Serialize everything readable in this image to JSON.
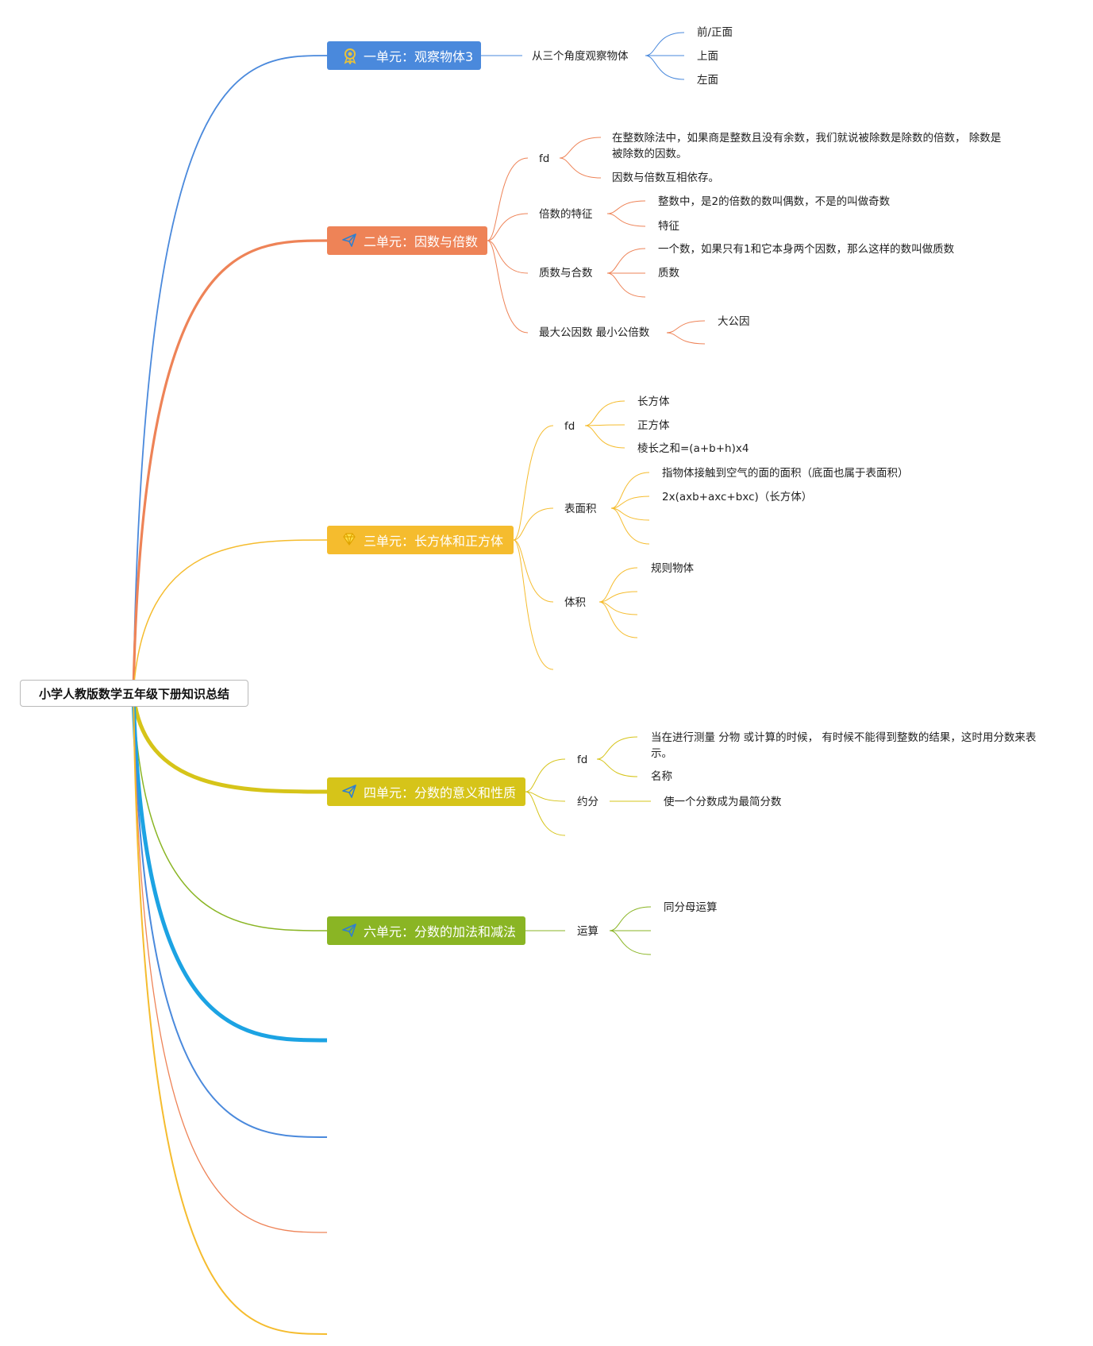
{
  "root": {
    "title": "小学人教版数学五年级下册知识总结"
  },
  "branches": [
    {
      "title": "一单元：观察物体3",
      "color": "#4a89dc",
      "icon": "medal-icon",
      "children": [
        {
          "label": "从三个角度观察物体",
          "children": [
            "前/正面",
            "上面",
            "左面"
          ]
        }
      ]
    },
    {
      "title": "二单元：因数与倍数",
      "color": "#ee8357",
      "icon": "paper-plane-icon",
      "children": [
        {
          "label": "fd",
          "children": [
            "在整数除法中，如果商是整数且没有余数，我们就说被除数是除数的倍数， 除数是被除数的因数。",
            "因数与倍数互相依存。"
          ]
        },
        {
          "label": "倍数的特征",
          "children": [
            "整数中，是2的倍数的数叫偶数，不是的叫做奇数",
            "特征"
          ]
        },
        {
          "label": "质数与合数",
          "children": [
            "一个数，如果只有1和它本身两个因数，那么这样的数叫做质数",
            "质数"
          ]
        },
        {
          "label": "最大公因数 最小公倍数",
          "children": [
            "大公因"
          ]
        }
      ]
    },
    {
      "title": "三单元：长方体和正方体",
      "color": "#f5bc2e",
      "icon": "diamond-icon",
      "children": [
        {
          "label": "fd",
          "children": [
            "长方体",
            "正方体",
            "棱长之和=(a+b+h)x4"
          ]
        },
        {
          "label": "表面积",
          "children": [
            "指物体接触到空气的面的面积（底面也属于表面积）",
            "2x(axb+axc+bxc)（长方体）"
          ]
        },
        {
          "label": "体积",
          "children": [
            "规则物体"
          ]
        }
      ]
    },
    {
      "title": "四单元：分数的意义和性质",
      "color": "#d6c419",
      "icon": "paper-plane-icon",
      "children": [
        {
          "label": "fd",
          "children": [
            "当在进行测量 分物 或计算的时候， 有时候不能得到整数的结果，这时用分数来表示。",
            "名称"
          ]
        },
        {
          "label": "约分",
          "children": [
            "使一个分数成为最简分数"
          ]
        }
      ]
    },
    {
      "title": "六单元：分数的加法和减法",
      "color": "#8ab524",
      "icon": "paper-plane-icon",
      "children": [
        {
          "label": "运算",
          "children": [
            "同分母运算"
          ]
        }
      ]
    }
  ],
  "colors": {
    "blue": "#4a89dc",
    "orange": "#ee8357",
    "yellow": "#f5bc2e",
    "olive": "#d6c419",
    "green": "#8ab524",
    "cyan": "#1ca3e3",
    "branch_text": "#ffffff"
  }
}
